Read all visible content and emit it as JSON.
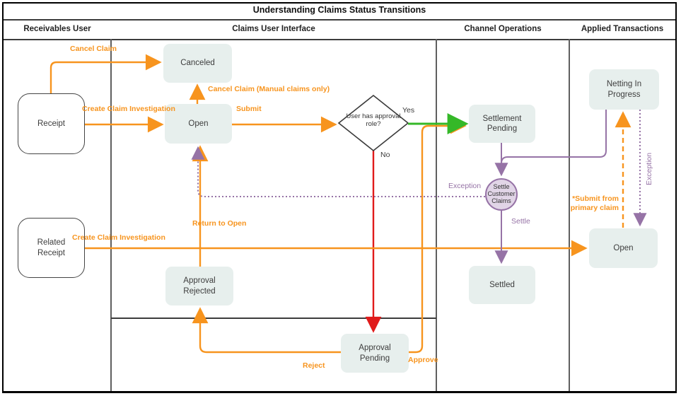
{
  "title": "Understanding Claims Status Transitions",
  "lanes": [
    {
      "label": "Receivables User"
    },
    {
      "label": "Claims User Interface"
    },
    {
      "label": "Channel Operations"
    },
    {
      "label": "Applied Transactions"
    }
  ],
  "nodes": {
    "receipt": {
      "label": "Receipt"
    },
    "related_receipt": {
      "label": "Related Receipt"
    },
    "canceled": {
      "label": "Canceled"
    },
    "open_claims": {
      "label": "Open"
    },
    "approval_rejected": {
      "label": "Approval Rejected"
    },
    "approval_pending": {
      "label": "Approval Pending"
    },
    "decision": {
      "label": "User has approval role?"
    },
    "settlement_pending": {
      "label": "Settlement Pending"
    },
    "settle_customer_claims": {
      "label": "Settle Customer Claims"
    },
    "settled": {
      "label": "Settled"
    },
    "netting_in_progress": {
      "label": "Netting In Progress"
    },
    "open_applied": {
      "label": "Open"
    }
  },
  "edge_labels": {
    "cancel_claim": "Cancel Claim",
    "create_claim_investigation_top": "Create Claim Investigation",
    "cancel_claim_manual": "Cancel Claim (Manual claims only)",
    "submit": "Submit",
    "yes": "Yes",
    "no": "No",
    "approve": "Approve",
    "reject": "Reject",
    "return_to_open": "Return to Open",
    "create_claim_investigation_bottom": "Create Claim Investigation",
    "submit_primary": "*Submit from primary claim",
    "settle": "Settle",
    "exception_left": "Exception",
    "exception_right": "Exception"
  },
  "colors": {
    "action": "#F7941E",
    "yes_path": "#35B828",
    "no_path": "#E01B1B",
    "system": "#9673A6",
    "node_fill": "#E7EFED",
    "decision_fill": "#FFFFFF",
    "circle_fill": "#E1D5E7"
  }
}
